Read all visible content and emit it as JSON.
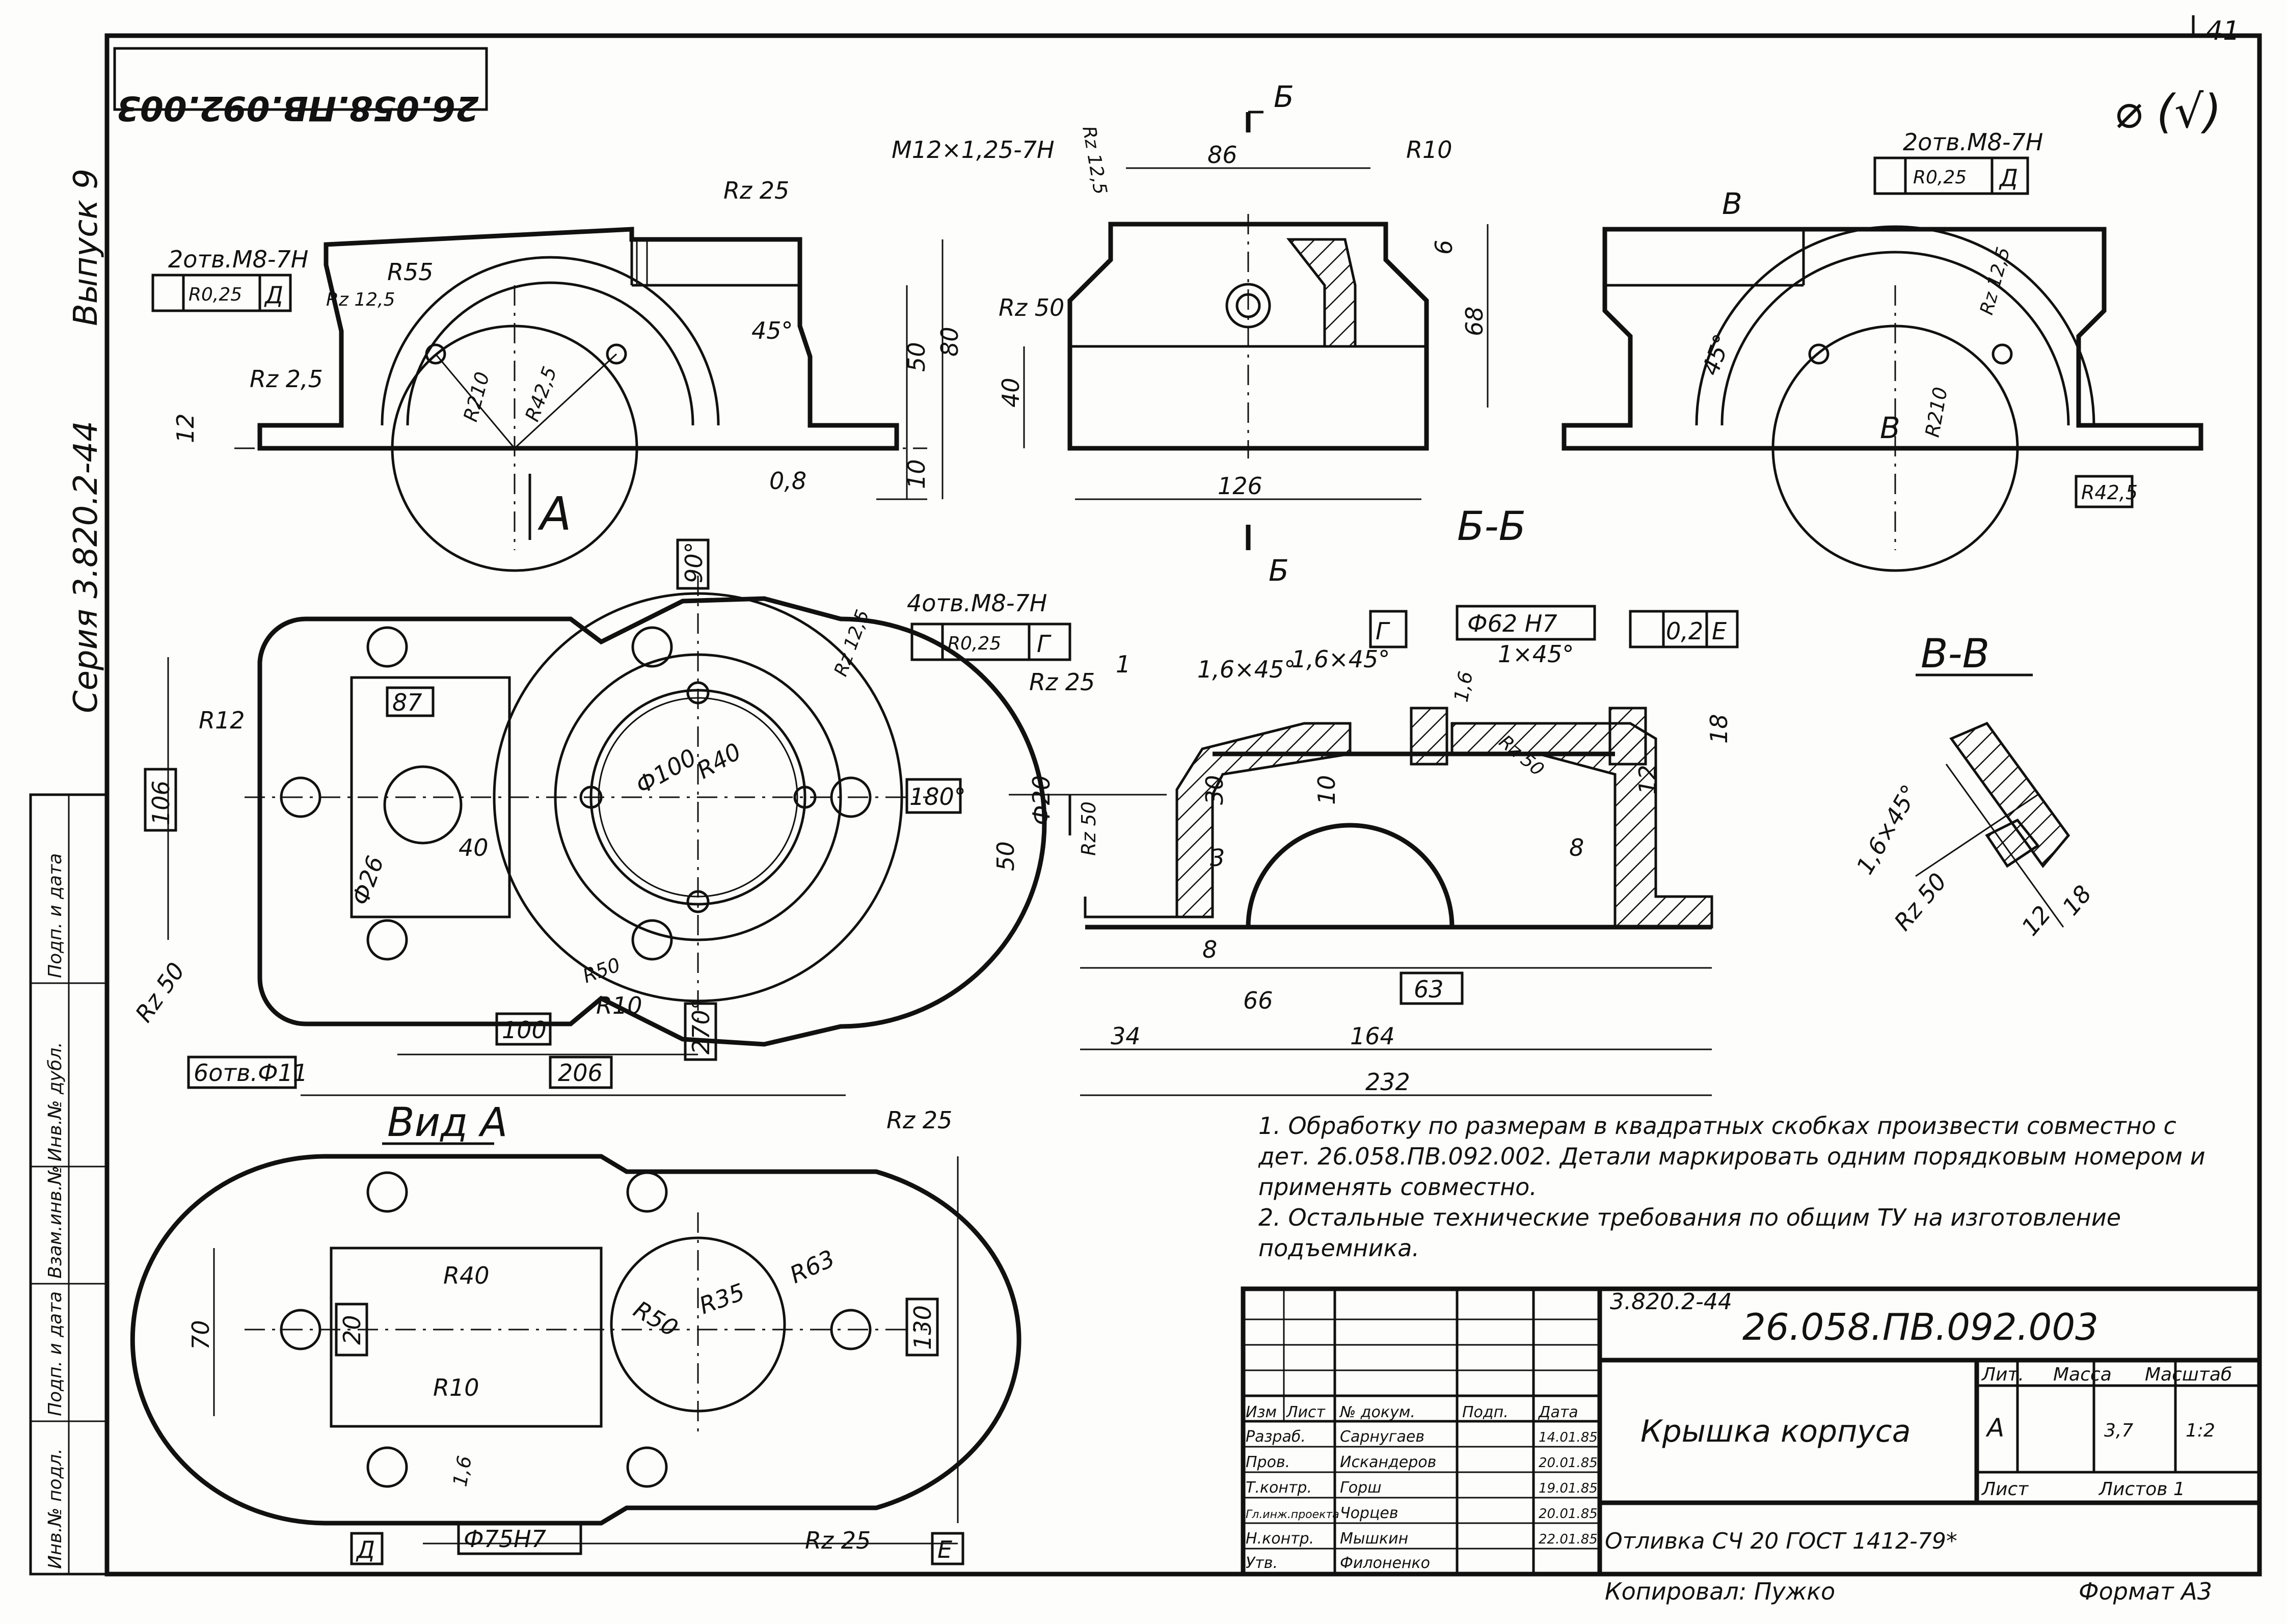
{
  "page_number": "41",
  "surface_mark": "⌀ (√)",
  "stamp_rotated": "26.058.ПВ.092.003",
  "side_series": "Серия 3.820.2-44",
  "side_issue": "Выпуск 9",
  "left_strip": [
    "Инв.№ подл.",
    "Подп. и дата",
    "Взам.инв.№",
    "Инв.№ дубл.",
    "Подп. и дата"
  ],
  "views": {
    "view_a_label": "А",
    "section_b_arrow": "Б",
    "section_b_title": "Б-Б",
    "section_v_title": "В-В",
    "view_a_title": "Вид А",
    "section_v_arrow": "В"
  },
  "callouts": {
    "holes_top_left": "2отв.М8-7Н",
    "holes_top_right": "2отв.М8-7Н",
    "holes_plan": "4отв.М8-7Н",
    "position_tol": "R0,25",
    "datum_d": "Д",
    "datum_g": "Г",
    "datum_e": "Е",
    "thread": "М12×1,25-7Н",
    "bore_fit": "Ф62 Н7",
    "flatness": "0,2",
    "holes_six": "6отв.Ф11",
    "bore_fit_a": "Ф75Н7"
  },
  "dims": {
    "top_left": [
      "Rz 25",
      "R55",
      "Rz 12,5",
      "Rz 2,5",
      "12",
      "R210",
      "R42,5",
      "45°",
      "50",
      "80",
      "10",
      "0,8"
    ],
    "top_mid": [
      "Rz 12,5",
      "86",
      "R10",
      "Rz 50",
      "40",
      "6",
      "68",
      "126"
    ],
    "top_right": [
      "45°",
      "Rz 12,5",
      "R210",
      "R42,5"
    ],
    "plan": [
      "90°",
      "R12",
      "106",
      "87",
      "Ф100",
      "R40",
      "Rz 12,5",
      "180°",
      "Ф26",
      "40",
      "Rz 50",
      "R50",
      "R10",
      "100",
      "270°",
      "206"
    ],
    "section": [
      "1",
      "1,6×45°",
      "1,6×45°",
      "1×45°",
      "1,6",
      "Rz 50",
      "18",
      "Rz 25",
      "Ф20",
      "30",
      "10",
      "12",
      "Rz 50",
      "3",
      "8",
      "50",
      "8",
      "66",
      "63",
      "34",
      "164",
      "232"
    ],
    "section_v": [
      "1,6×45°",
      "Rz 50",
      "12",
      "18"
    ],
    "view_a": [
      "Rz 25",
      "R40",
      "R50",
      "R35",
      "R63",
      "70",
      "20",
      "R10",
      "130",
      "1,6",
      "Rz 25"
    ]
  },
  "notes": [
    "1. Обработку по размерам в квадратных скобках произвести совместно с дет. 26.058.ПВ.092.002. Детали маркировать одним порядковым номером и применять совместно.",
    "2. Остальные технические требования по общим ТУ на изготовление подъемника."
  ],
  "title_block": {
    "series_code": "3.820.2-44",
    "doc_number": "26.058.ПВ.092.003",
    "part_name": "Крышка корпуса",
    "material": "Отливка СЧ 20 ГОСТ 1412-79*",
    "head_lit": "Лит.",
    "head_mass": "Масса",
    "head_scale": "Масштаб",
    "lit_value": "А",
    "mass_value": "3,7",
    "scale_value": "1:2",
    "sheet_label": "Лист",
    "sheets_label": "Листов 1",
    "columns": [
      "Изм",
      "Лист",
      "№ докум.",
      "Подп.",
      "Дата"
    ],
    "rows": [
      {
        "role": "Разраб.",
        "name": "Сарнугаев",
        "date": "14.01.85"
      },
      {
        "role": "Пров.",
        "name": "Искандеров",
        "date": "20.01.85"
      },
      {
        "role": "Т.контр.",
        "name": "Горш",
        "date": "19.01.85"
      },
      {
        "role": "Гл.инж.проекта",
        "name": "Чорцев",
        "date": "20.01.85"
      },
      {
        "role": "Н.контр.",
        "name": "Мышкин",
        "date": "22.01.85"
      },
      {
        "role": "Утв.",
        "name": "Филоненко",
        "date": ""
      }
    ]
  },
  "footer": {
    "copied": "Копировал: Пужко",
    "format": "Формат А3"
  }
}
